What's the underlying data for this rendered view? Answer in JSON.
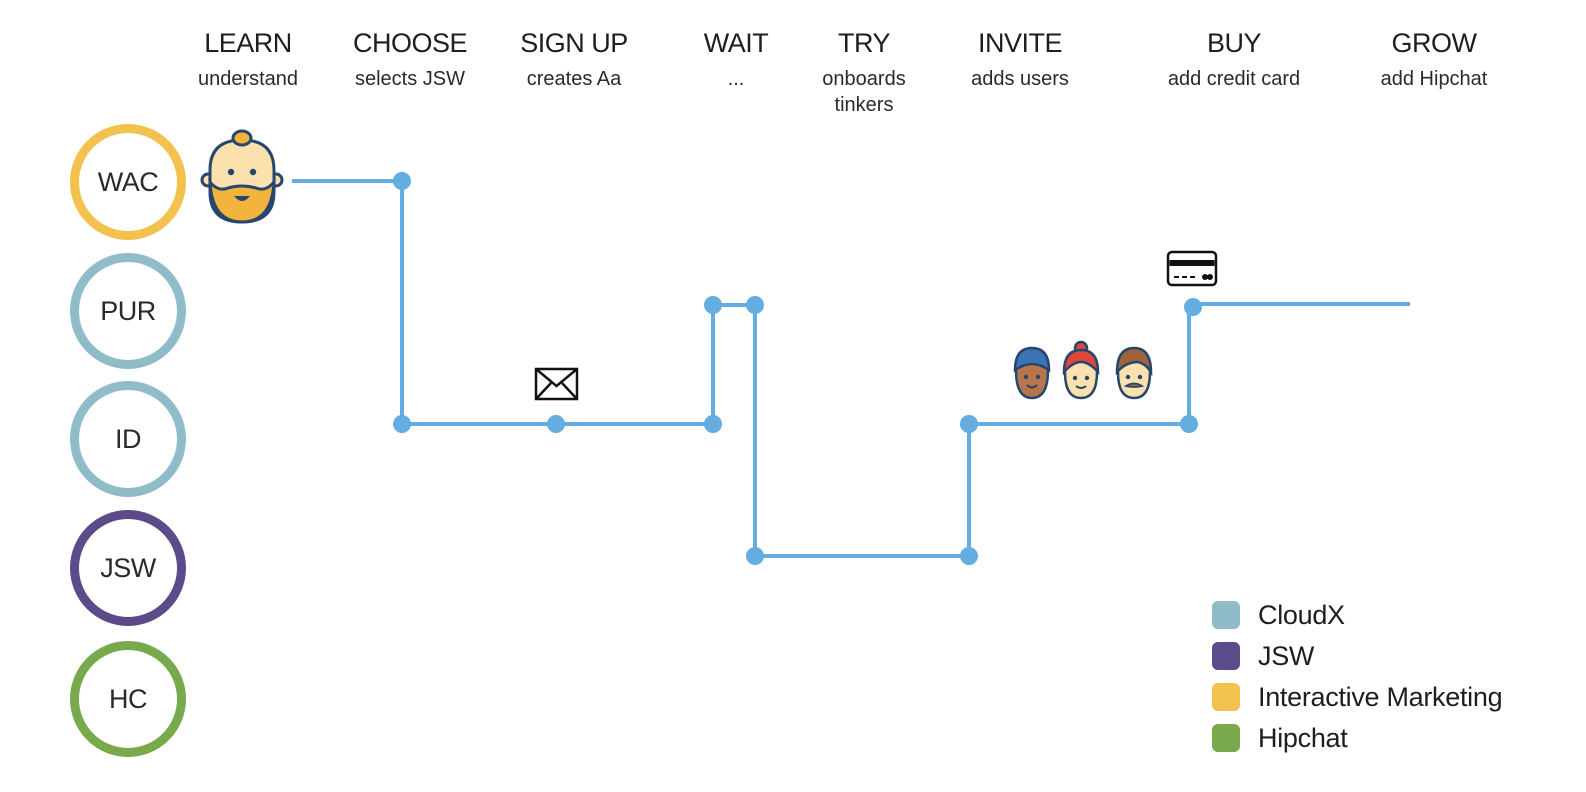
{
  "steps": [
    {
      "title": "LEARN",
      "subtitle": "understand"
    },
    {
      "title": "CHOOSE",
      "subtitle": "selects JSW"
    },
    {
      "title": "SIGN UP",
      "subtitle": "creates Aa"
    },
    {
      "title": "WAIT",
      "subtitle": "..."
    },
    {
      "title": "TRY",
      "subtitle": "onboards\ntinkers"
    },
    {
      "title": "INVITE",
      "subtitle": "adds users"
    },
    {
      "title": "BUY",
      "subtitle": "add credit card"
    },
    {
      "title": "GROW",
      "subtitle": "add Hipchat"
    }
  ],
  "lanes": [
    {
      "label": "WAC",
      "color": "#f2c14e"
    },
    {
      "label": "PUR",
      "color": "#8fbcc8"
    },
    {
      "label": "ID",
      "color": "#8fbcc8"
    },
    {
      "label": "JSW",
      "color": "#5b4b8a"
    },
    {
      "label": "HC",
      "color": "#78a94c"
    }
  ],
  "legend": [
    {
      "label": "CloudX",
      "color": "#8fbcc8"
    },
    {
      "label": "JSW",
      "color": "#5b4b8a"
    },
    {
      "label": "Interactive Marketing",
      "color": "#f2c14e"
    },
    {
      "label": "Hipchat",
      "color": "#78a94c"
    }
  ],
  "icons": {
    "persona": "bearded-man-avatar",
    "email": "envelope-icon",
    "card": "credit-card-icon",
    "users": [
      "user-avatar-blue-hat",
      "user-avatar-red-bun",
      "user-avatar-mustache"
    ]
  },
  "colors": {
    "path": "#63ade0",
    "ink": "#27466e"
  }
}
